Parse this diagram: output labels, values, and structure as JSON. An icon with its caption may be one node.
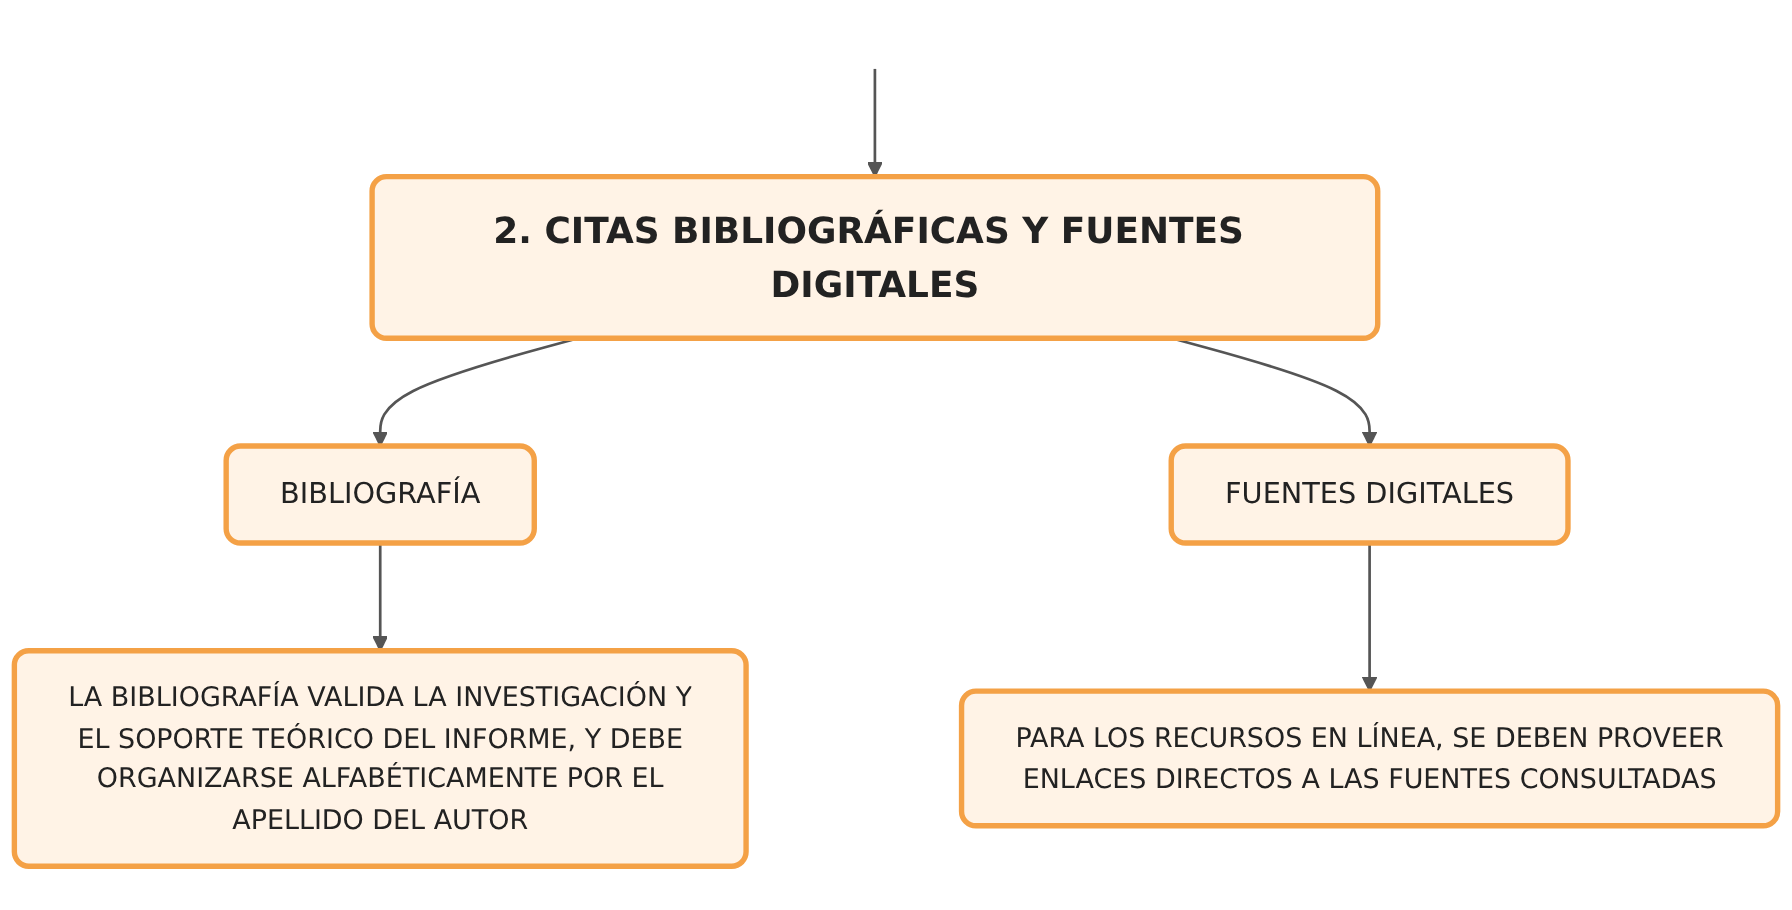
{
  "diagram": {
    "nodes": [
      {
        "text": [
          "2. CITAS BIBLIOGRÁFICAS Y FUENTES DIGITALES"
        ]
      },
      {
        "text": [
          "BIBLIOGRAFÍA"
        ]
      },
      {
        "text": [
          "FUENTES DIGITALES"
        ]
      },
      {
        "text": [
          "LA BIBLIOGRAFÍA VALIDA LA INVESTIGACIÓN Y EL SOPORTE TEÓRICO DEL INFORME, Y DEBE ORGANIZARSE ALFABÉTICAMENTE POR EL APELLIDO DEL AUTOR"
        ]
      },
      {
        "text": [
          "PARA LOS RECURSOS EN LÍNEA, SE DEBEN PROVEER ENLACES DIRECTOS A LAS FUENTES CONSULTADAS"
        ]
      }
    ],
    "edges": [
      {
        "from": null,
        "to": 0,
        "arrow": "to"
      },
      {
        "from": 0,
        "to": 1,
        "arrow": "to"
      },
      {
        "from": 0,
        "to": 2,
        "arrow": "to"
      },
      {
        "from": 1,
        "to": 3,
        "arrow": "to"
      },
      {
        "from": 2,
        "to": 4,
        "arrow": "to"
      }
    ]
  }
}
